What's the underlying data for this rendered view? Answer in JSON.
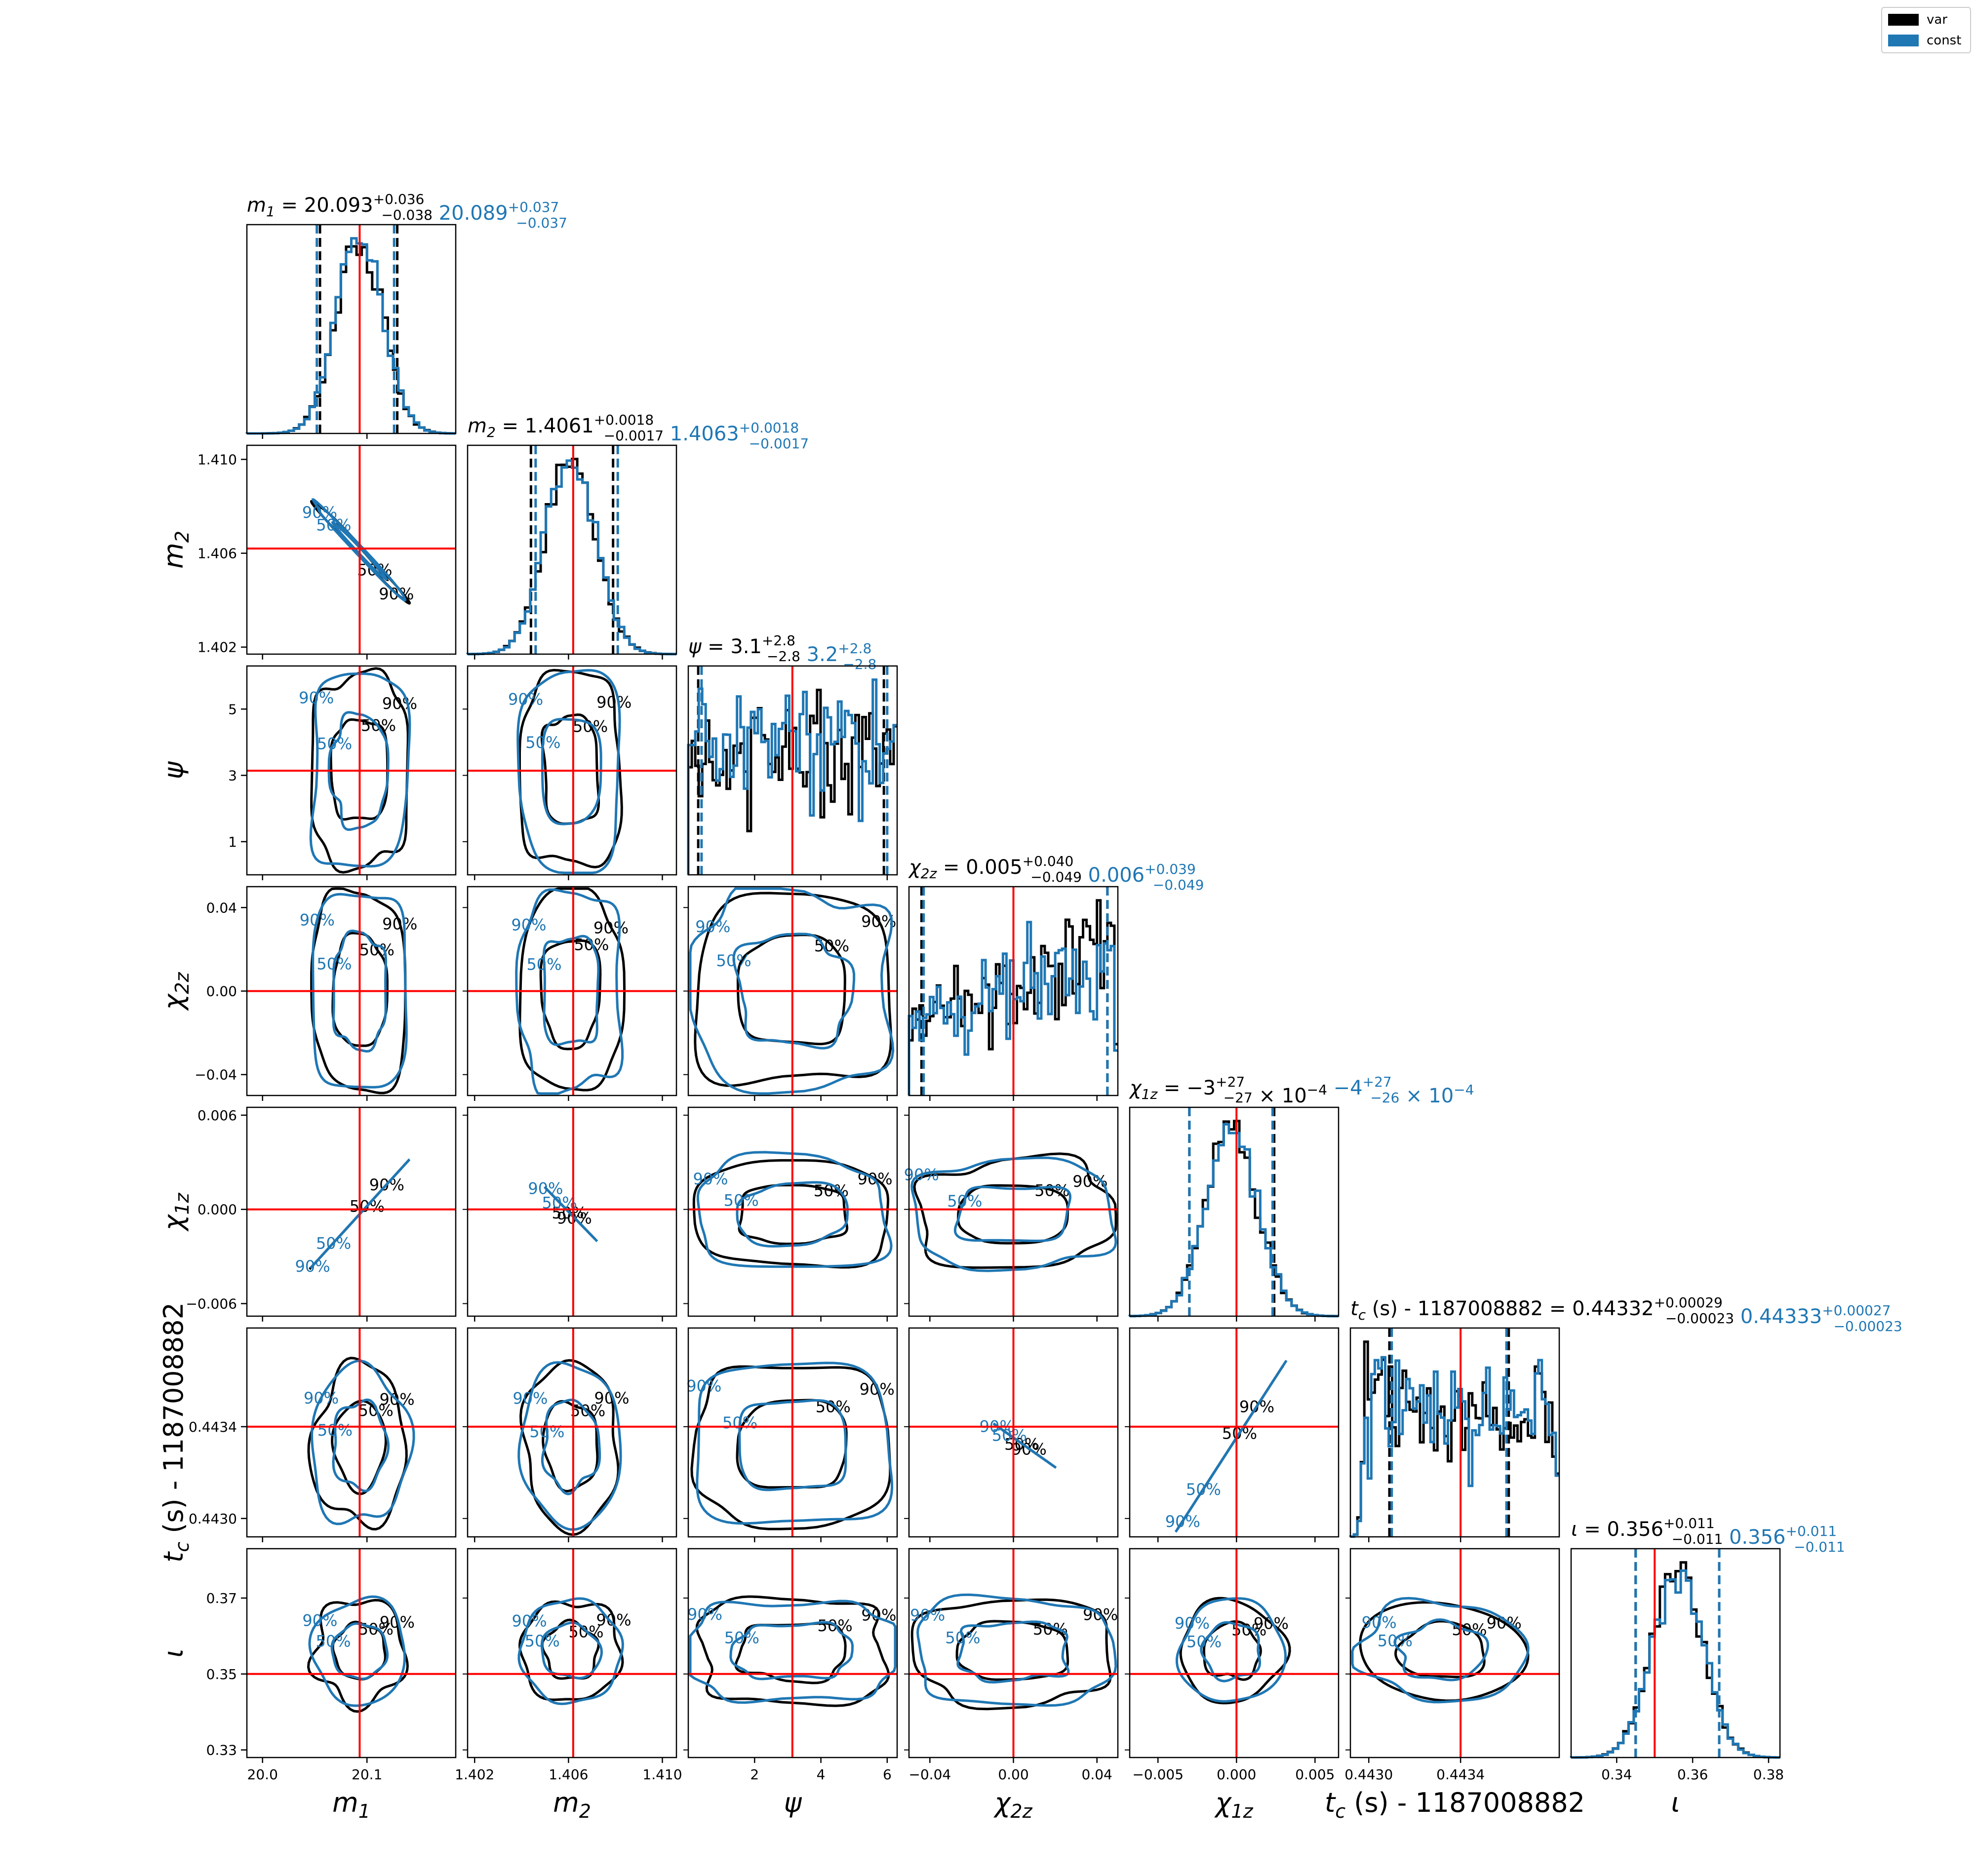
{
  "figure": {
    "legend_placement": "top-right"
  },
  "legend": [
    {
      "label": "var",
      "color": "#000000"
    },
    {
      "label": "const",
      "color": "#1f77b4"
    }
  ],
  "colors": {
    "var": "#000000",
    "const": "#1f77b4",
    "truth": "#ff0000"
  },
  "chart_data": {
    "type": "corner",
    "series": [
      {
        "name": "var",
        "color": "#000000"
      },
      {
        "name": "const",
        "color": "#1f77b4"
      }
    ],
    "contour_levels": [
      "50%",
      "90%"
    ],
    "parameters": [
      {
        "id": "m1",
        "label": "m",
        "sub": "1",
        "range": [
          19.985,
          20.185
        ],
        "ticks": [
          "20.0",
          "20.1"
        ],
        "tick_values": [
          20.0,
          20.1
        ],
        "truth": 20.093,
        "var": {
          "median": 20.093,
          "up": 0.036,
          "lo": 0.038,
          "text": "20.093",
          "up_text": "+0.036",
          "lo_text": "−0.038"
        },
        "const": {
          "median": 20.089,
          "up": 0.037,
          "lo": 0.037,
          "text": "20.089",
          "up_text": "+0.037",
          "lo_text": "−0.037"
        }
      },
      {
        "id": "m2",
        "label": "m",
        "sub": "2",
        "range": [
          1.4017,
          1.4106
        ],
        "ticks": [
          "1.402",
          "1.406",
          "1.410"
        ],
        "tick_values": [
          1.402,
          1.406,
          1.41
        ],
        "truth": 1.4062,
        "var": {
          "median": 1.4061,
          "up": 0.0018,
          "lo": 0.0017,
          "text": "1.4061",
          "up_text": "+0.0018",
          "lo_text": "−0.0017"
        },
        "const": {
          "median": 1.4063,
          "up": 0.0018,
          "lo": 0.0017,
          "text": "1.4063",
          "up_text": "+0.0018",
          "lo_text": "−0.0017"
        }
      },
      {
        "id": "psi",
        "label": "ψ",
        "sub": "",
        "range": [
          0.0,
          6.3
        ],
        "ticks": [
          "1",
          "3",
          "5"
        ],
        "x_ticks": [
          "2",
          "4",
          "6"
        ],
        "tick_values": [
          1,
          3,
          5
        ],
        "x_tick_values": [
          2,
          4,
          6
        ],
        "truth": 3.14,
        "var": {
          "median": 3.1,
          "up": 2.8,
          "lo": 2.8,
          "text": "3.1",
          "up_text": "+2.8",
          "lo_text": "−2.8"
        },
        "const": {
          "median": 3.2,
          "up": 2.8,
          "lo": 2.8,
          "text": "3.2",
          "up_text": "+2.8",
          "lo_text": "−2.8"
        }
      },
      {
        "id": "chi2z",
        "label": "χ",
        "sub": "2z",
        "range": [
          -0.05,
          0.05
        ],
        "ticks": [
          "−0.04",
          "0.00",
          "0.04"
        ],
        "tick_values": [
          -0.04,
          0.0,
          0.04
        ],
        "truth": 0.0,
        "var": {
          "median": 0.005,
          "up": 0.04,
          "lo": 0.049,
          "text": "0.005",
          "up_text": "+0.040",
          "lo_text": "−0.049"
        },
        "const": {
          "median": 0.006,
          "up": 0.039,
          "lo": 0.049,
          "text": "0.006",
          "up_text": "+0.039",
          "lo_text": "−0.049"
        }
      },
      {
        "id": "chi1z",
        "label": "χ",
        "sub": "1z",
        "range": [
          -0.0068,
          0.0065
        ],
        "ticks": [
          "−0.006",
          "0.000",
          "0.006"
        ],
        "x_ticks": [
          "−0.005",
          "0.000",
          "0.005"
        ],
        "tick_values": [
          -0.006,
          0.0,
          0.006
        ],
        "x_tick_values": [
          -0.005,
          0.0,
          0.005
        ],
        "truth": 0.0,
        "var": {
          "median": -0.0003,
          "up": 0.0027,
          "lo": 0.0027,
          "text": "−3",
          "up_text": "+27",
          "lo_text": "−27",
          "suffix": "× 10",
          "exp": "−4"
        },
        "const": {
          "median": -0.0004,
          "up": 0.0027,
          "lo": 0.0026,
          "text": "−4",
          "up_text": "+27",
          "lo_text": "−26",
          "suffix": "× 10",
          "exp": "−4"
        }
      },
      {
        "id": "tc",
        "label": "t",
        "sub": "c",
        "unit_text": " (s) - 1187008882",
        "range": [
          0.44292,
          0.44383
        ],
        "ticks": [
          "0.4430",
          "0.4434"
        ],
        "tick_values": [
          0.443,
          0.4434
        ],
        "truth": 0.4434,
        "var": {
          "median": 0.44332,
          "up": 0.00029,
          "lo": 0.00023,
          "text": "0.44332",
          "up_text": "+0.00029",
          "lo_text": "−0.00023"
        },
        "const": {
          "median": 0.44333,
          "up": 0.00027,
          "lo": 0.00023,
          "text": "0.44333",
          "up_text": "+0.00027",
          "lo_text": "−0.00023"
        }
      },
      {
        "id": "iota",
        "label": "ι",
        "sub": "",
        "range": [
          0.328,
          0.383
        ],
        "ticks": [
          "0.33",
          "0.35",
          "0.37"
        ],
        "x_ticks": [
          "0.34",
          "0.36",
          "0.38"
        ],
        "tick_values": [
          0.33,
          0.35,
          0.37
        ],
        "x_tick_values": [
          0.34,
          0.36,
          0.38
        ],
        "truth": 0.35,
        "var": {
          "median": 0.356,
          "up": 0.011,
          "lo": 0.011,
          "text": "0.356",
          "up_text": "+0.011",
          "lo_text": "−0.011"
        },
        "const": {
          "median": 0.356,
          "up": 0.011,
          "lo": 0.011,
          "text": "0.356",
          "up_text": "+0.011",
          "lo_text": "−0.011"
        }
      }
    ],
    "pair_correlations": {
      "m1|m2": -0.98,
      "m1|chi1z": 0.75,
      "m2|chi1z": -0.78,
      "chi2z|chi1z": -0.6,
      "chi2z|tc": -0.93,
      "chi1z|tc": 0.7
    },
    "marginal_shapes": {
      "psi": "flat",
      "chi2z": "rising",
      "tc": "broad"
    }
  }
}
